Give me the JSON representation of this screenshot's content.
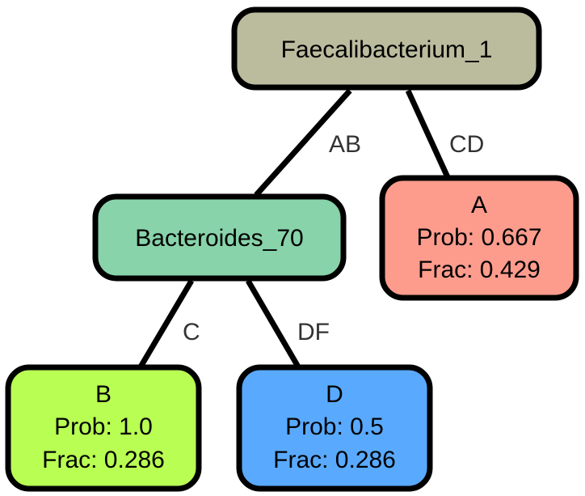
{
  "nodes": {
    "root": {
      "label": "Faecalibacterium_1",
      "color": "#bbbc9e"
    },
    "bacteroides": {
      "label": "Bacteroides_70",
      "color": "#88d3aa"
    },
    "leaf_a": {
      "name": "A",
      "prob": "Prob: 0.667",
      "frac": "Frac: 0.429",
      "color": "#fd9c8d"
    },
    "leaf_b": {
      "name": "B",
      "prob": "Prob: 1.0",
      "frac": "Frac: 0.286",
      "color": "#b9fe53"
    },
    "leaf_d": {
      "name": "D",
      "prob": "Prob: 0.5",
      "frac": "Frac: 0.286",
      "color": "#59aaff"
    }
  },
  "edges": {
    "root_to_bacteroides": "AB",
    "root_to_a": "CD",
    "bacteroides_to_b": "C",
    "bacteroides_to_d": "DF"
  }
}
